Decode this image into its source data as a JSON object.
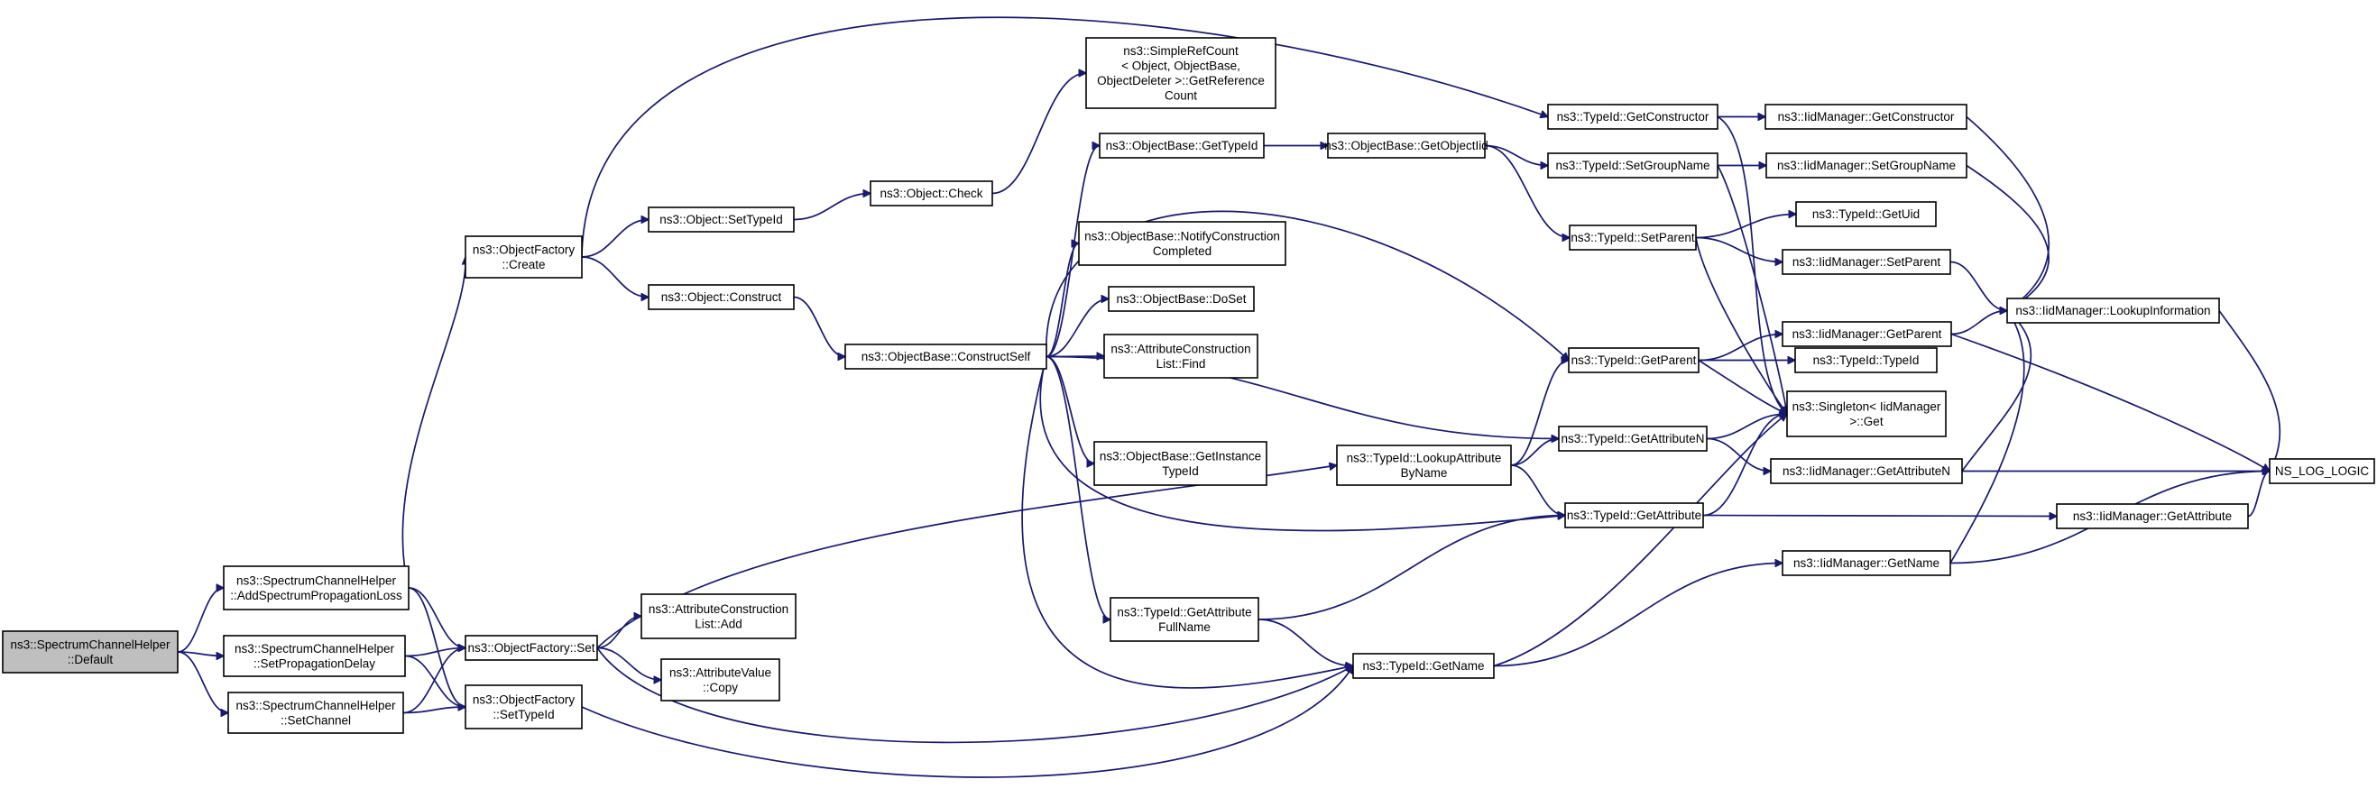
{
  "colors": {
    "edge": "#191970",
    "root_fill": "#bfbfbf",
    "node_fill": "#ffffff",
    "node_border": "#000000"
  },
  "nodes": [
    {
      "id": "root",
      "lines": [
        "ns3::SpectrumChannelHelper",
        "::Default"
      ],
      "root": true
    },
    {
      "id": "addSpec",
      "lines": [
        "ns3::SpectrumChannelHelper",
        "::AddSpectrumPropagationLoss"
      ]
    },
    {
      "id": "setProp",
      "lines": [
        "ns3::SpectrumChannelHelper",
        "::SetPropagationDelay"
      ]
    },
    {
      "id": "setChan",
      "lines": [
        "ns3::SpectrumChannelHelper",
        "::SetChannel"
      ]
    },
    {
      "id": "ofCreate",
      "lines": [
        "ns3::ObjectFactory",
        "::Create"
      ]
    },
    {
      "id": "ofSet",
      "lines": [
        "ns3::ObjectFactory::Set"
      ]
    },
    {
      "id": "ofSetTypeId",
      "lines": [
        "ns3::ObjectFactory",
        "::SetTypeId"
      ]
    },
    {
      "id": "objSetTypeId",
      "lines": [
        "ns3::Object::SetTypeId"
      ]
    },
    {
      "id": "objConstruct",
      "lines": [
        "ns3::Object::Construct"
      ]
    },
    {
      "id": "aclAdd",
      "lines": [
        "ns3::AttributeConstruction",
        "List::Add"
      ]
    },
    {
      "id": "avCopy",
      "lines": [
        "ns3::AttributeValue",
        "::Copy"
      ]
    },
    {
      "id": "objCheck",
      "lines": [
        "ns3::Object::Check"
      ]
    },
    {
      "id": "srcRef",
      "lines": [
        "ns3::SimpleRefCount",
        "< Object, ObjectBase,",
        "ObjectDeleter >::GetReference",
        "Count"
      ]
    },
    {
      "id": "obConstructSelf",
      "lines": [
        "ns3::ObjectBase::ConstructSelf"
      ]
    },
    {
      "id": "obGetTypeId",
      "lines": [
        "ns3::ObjectBase::GetTypeId"
      ]
    },
    {
      "id": "obNotify",
      "lines": [
        "ns3::ObjectBase::NotifyConstruction",
        "Completed"
      ]
    },
    {
      "id": "obDoSet",
      "lines": [
        "ns3::ObjectBase::DoSet"
      ]
    },
    {
      "id": "aclFind",
      "lines": [
        "ns3::AttributeConstruction",
        "List::Find"
      ]
    },
    {
      "id": "obGetInst",
      "lines": [
        "ns3::ObjectBase::GetInstance",
        "TypeId"
      ]
    },
    {
      "id": "tiGetAttrFull",
      "lines": [
        "ns3::TypeId::GetAttribute",
        "FullName"
      ]
    },
    {
      "id": "obGetObjectIid",
      "lines": [
        "ns3::ObjectBase::GetObjectIid"
      ]
    },
    {
      "id": "tiLookupAttr",
      "lines": [
        "ns3::TypeId::LookupAttribute",
        "ByName"
      ]
    },
    {
      "id": "tiGetName",
      "lines": [
        "ns3::TypeId::GetName"
      ]
    },
    {
      "id": "tiGetConstructor",
      "lines": [
        "ns3::TypeId::GetConstructor"
      ]
    },
    {
      "id": "tiSetGroupName",
      "lines": [
        "ns3::TypeId::SetGroupName"
      ]
    },
    {
      "id": "tiSetParent",
      "lines": [
        "ns3::TypeId::SetParent"
      ]
    },
    {
      "id": "tiGetParent",
      "lines": [
        "ns3::TypeId::GetParent"
      ]
    },
    {
      "id": "tiGetAttrN",
      "lines": [
        "ns3::TypeId::GetAttributeN"
      ]
    },
    {
      "id": "tiGetAttr",
      "lines": [
        "ns3::TypeId::GetAttribute"
      ]
    },
    {
      "id": "imGetConstructor",
      "lines": [
        "ns3::IidManager::GetConstructor"
      ]
    },
    {
      "id": "imSetGroupName",
      "lines": [
        "ns3::IidManager::SetGroupName"
      ]
    },
    {
      "id": "tiGetUid",
      "lines": [
        "ns3::TypeId::GetUid"
      ]
    },
    {
      "id": "imSetParent",
      "lines": [
        "ns3::IidManager::SetParent"
      ]
    },
    {
      "id": "imGetParent",
      "lines": [
        "ns3::IidManager::GetParent"
      ]
    },
    {
      "id": "tiTypeId",
      "lines": [
        "ns3::TypeId::TypeId"
      ]
    },
    {
      "id": "singleton",
      "lines": [
        "ns3::Singleton< IidManager",
        ">::Get"
      ]
    },
    {
      "id": "imGetAttrN",
      "lines": [
        "ns3::IidManager::GetAttributeN"
      ]
    },
    {
      "id": "imGetName",
      "lines": [
        "ns3::IidManager::GetName"
      ]
    },
    {
      "id": "imLookup",
      "lines": [
        "ns3::IidManager::LookupInformation"
      ]
    },
    {
      "id": "imGetAttr",
      "lines": [
        "ns3::IidManager::GetAttribute"
      ]
    },
    {
      "id": "nsLog",
      "lines": [
        "NS_LOG_LOGIC"
      ]
    }
  ],
  "edges": [
    [
      "root",
      "addSpec"
    ],
    [
      "root",
      "setProp"
    ],
    [
      "root",
      "setChan"
    ],
    [
      "addSpec",
      "ofCreate"
    ],
    [
      "addSpec",
      "ofSet"
    ],
    [
      "addSpec",
      "ofSetTypeId"
    ],
    [
      "setProp",
      "ofSet"
    ],
    [
      "setProp",
      "ofSetTypeId"
    ],
    [
      "setChan",
      "ofSet"
    ],
    [
      "setChan",
      "ofSetTypeId"
    ],
    [
      "ofCreate",
      "objSetTypeId"
    ],
    [
      "ofCreate",
      "objConstruct"
    ],
    [
      "ofCreate",
      "tiGetConstructor"
    ],
    [
      "ofSet",
      "aclAdd"
    ],
    [
      "ofSet",
      "avCopy"
    ],
    [
      "ofSet",
      "tiLookupAttr"
    ],
    [
      "ofSet",
      "tiGetName"
    ],
    [
      "ofSetTypeId",
      "tiGetName"
    ],
    [
      "objSetTypeId",
      "objCheck"
    ],
    [
      "objCheck",
      "srcRef"
    ],
    [
      "objConstruct",
      "obConstructSelf"
    ],
    [
      "obConstructSelf",
      "obGetTypeId"
    ],
    [
      "obConstructSelf",
      "obNotify"
    ],
    [
      "obConstructSelf",
      "obDoSet"
    ],
    [
      "obConstructSelf",
      "aclFind"
    ],
    [
      "obConstructSelf",
      "obGetInst"
    ],
    [
      "obConstructSelf",
      "tiGetAttrFull"
    ],
    [
      "obConstructSelf",
      "tiGetName"
    ],
    [
      "obConstructSelf",
      "tiGetParent"
    ],
    [
      "obConstructSelf",
      "tiGetAttrN"
    ],
    [
      "obConstructSelf",
      "tiGetAttr"
    ],
    [
      "obGetTypeId",
      "obGetObjectIid"
    ],
    [
      "obGetObjectIid",
      "tiSetGroupName"
    ],
    [
      "obGetObjectIid",
      "tiSetParent"
    ],
    [
      "tiLookupAttr",
      "tiGetParent"
    ],
    [
      "tiLookupAttr",
      "tiGetAttrN"
    ],
    [
      "tiLookupAttr",
      "tiGetAttr"
    ],
    [
      "tiGetAttrFull",
      "tiGetAttr"
    ],
    [
      "tiGetAttrFull",
      "tiGetName"
    ],
    [
      "tiGetName",
      "imGetName"
    ],
    [
      "tiGetName",
      "singleton"
    ],
    [
      "tiGetConstructor",
      "imGetConstructor"
    ],
    [
      "tiGetConstructor",
      "singleton"
    ],
    [
      "tiSetGroupName",
      "imSetGroupName"
    ],
    [
      "tiSetGroupName",
      "singleton"
    ],
    [
      "tiSetParent",
      "tiGetUid"
    ],
    [
      "tiSetParent",
      "imSetParent"
    ],
    [
      "tiSetParent",
      "singleton"
    ],
    [
      "tiGetParent",
      "imGetParent"
    ],
    [
      "tiGetParent",
      "tiTypeId"
    ],
    [
      "tiGetParent",
      "singleton"
    ],
    [
      "tiGetAttrN",
      "singleton"
    ],
    [
      "tiGetAttrN",
      "imGetAttrN"
    ],
    [
      "tiGetAttr",
      "singleton"
    ],
    [
      "tiGetAttr",
      "imGetAttr"
    ],
    [
      "imGetConstructor",
      "imLookup"
    ],
    [
      "imSetGroupName",
      "imLookup"
    ],
    [
      "imSetParent",
      "imLookup"
    ],
    [
      "imGetParent",
      "imLookup"
    ],
    [
      "imGetParent",
      "nsLog"
    ],
    [
      "imGetAttrN",
      "imLookup"
    ],
    [
      "imGetAttrN",
      "nsLog"
    ],
    [
      "imGetName",
      "imLookup"
    ],
    [
      "imGetName",
      "nsLog"
    ],
    [
      "imGetAttr",
      "nsLog"
    ],
    [
      "imLookup",
      "nsLog"
    ]
  ]
}
